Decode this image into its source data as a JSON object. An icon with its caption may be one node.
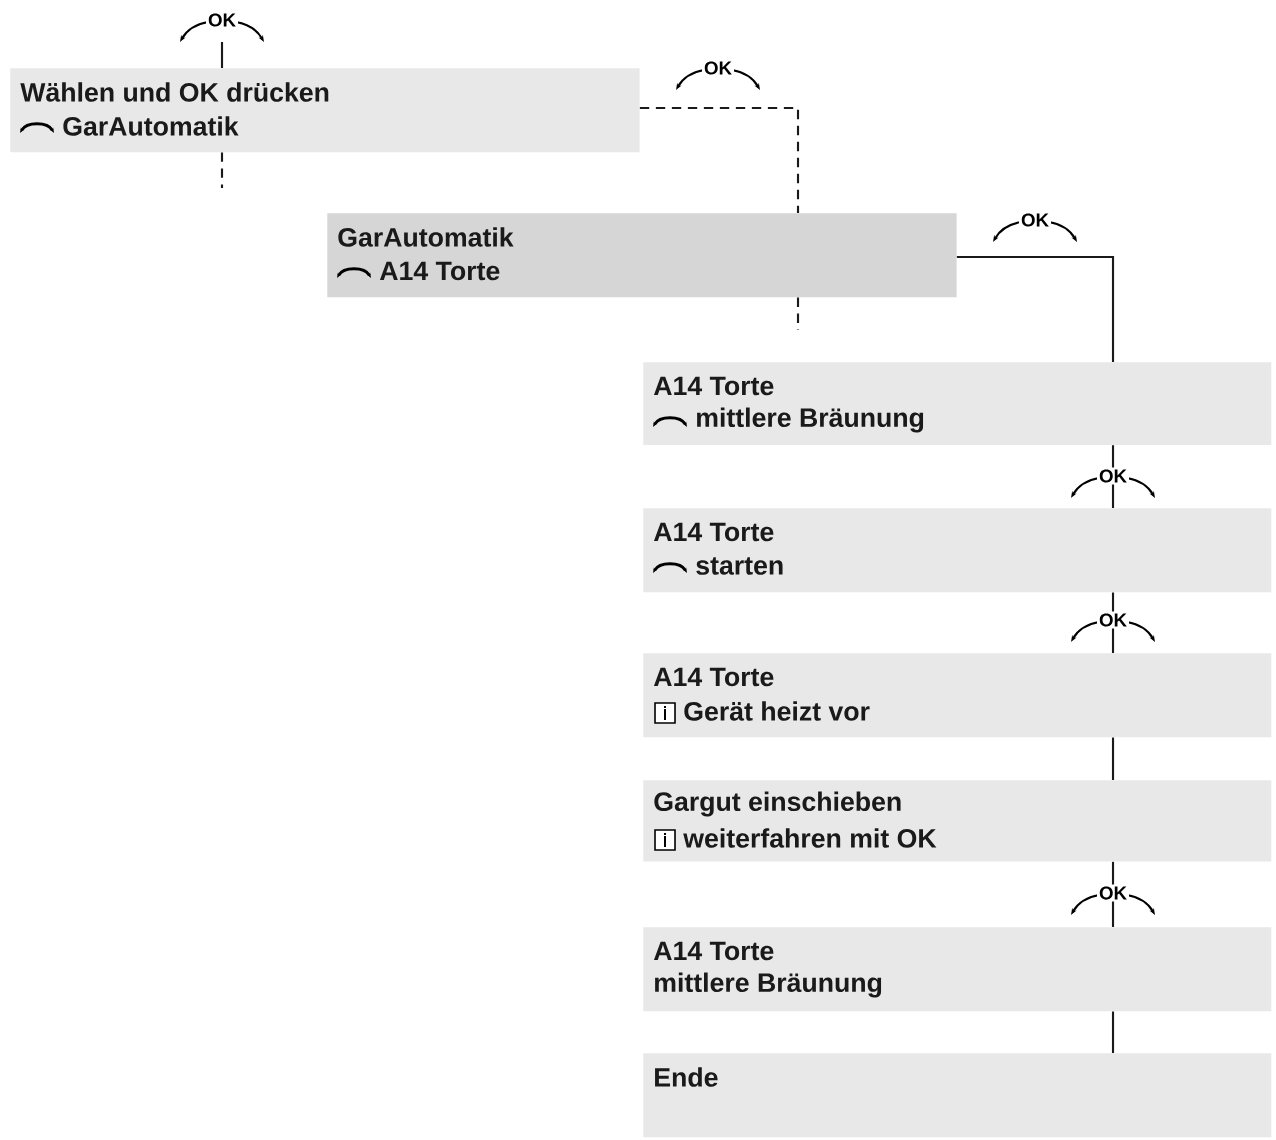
{
  "diagram": {
    "nodes": [
      {
        "text": [
          "Wählen und OK drücken",
          "GarAutomatik"
        ]
      },
      {
        "text": [
          "GarAutomatik",
          "A14 Torte"
        ]
      },
      {
        "text": [
          "A14 Torte",
          "mittlere Bräunung"
        ]
      },
      {
        "text": [
          "A14 Torte",
          "starten"
        ]
      },
      {
        "text": [
          "A14 Torte",
          "Gerät heizt vor"
        ]
      },
      {
        "text": [
          "Gargut einschieben",
          "weiterfahren mit OK"
        ]
      },
      {
        "text": [
          "A14 Torte",
          "mittlere Bräunung"
        ]
      },
      {
        "text": [
          "Ende"
        ]
      }
    ],
    "edges": [
      {
        "from": null,
        "to": 0,
        "arrow": "none",
        "label": "OK"
      },
      {
        "from": 0,
        "to": 1,
        "arrow": "none",
        "label": "OK",
        "style": "dashed"
      },
      {
        "from": 0,
        "to": null,
        "arrow": "none",
        "style": "dashed"
      },
      {
        "from": 1,
        "to": null,
        "arrow": "none",
        "style": "dashed"
      },
      {
        "from": 1,
        "to": 2,
        "arrow": "none",
        "label": "OK"
      },
      {
        "from": 2,
        "to": 3,
        "arrow": "none",
        "label": "OK"
      },
      {
        "from": 3,
        "to": 4,
        "arrow": "none",
        "label": "OK"
      },
      {
        "from": 4,
        "to": 5,
        "arrow": "none"
      },
      {
        "from": 5,
        "to": 6,
        "arrow": "none",
        "label": "OK"
      },
      {
        "from": 6,
        "to": 7,
        "arrow": "none"
      }
    ]
  }
}
